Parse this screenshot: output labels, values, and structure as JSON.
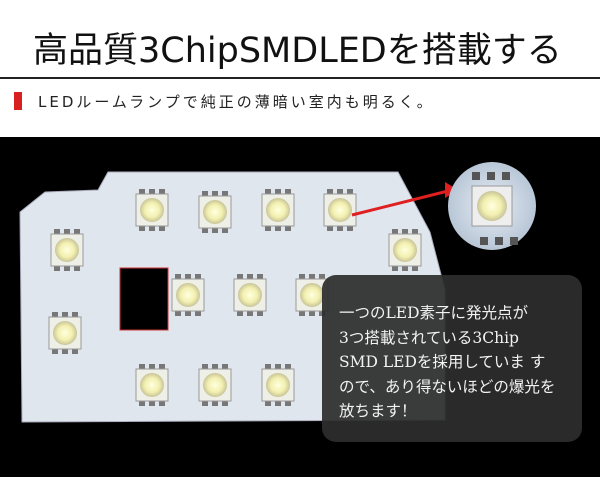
{
  "header": {
    "title": "高品質3ChipSMDLEDを搭載する",
    "subtitle": "LEDルームランプで純正の薄暗い室内も明るく。"
  },
  "callout": {
    "lines": [
      "一つのLED素子に発光点が",
      "3つ搭載されている3Chip",
      "SMD LEDを採用していま す",
      "ので、あり得ないほどの爆光を",
      "放ちます！"
    ]
  },
  "colors": {
    "accent": "#d82020",
    "background_photo": "#000000"
  }
}
